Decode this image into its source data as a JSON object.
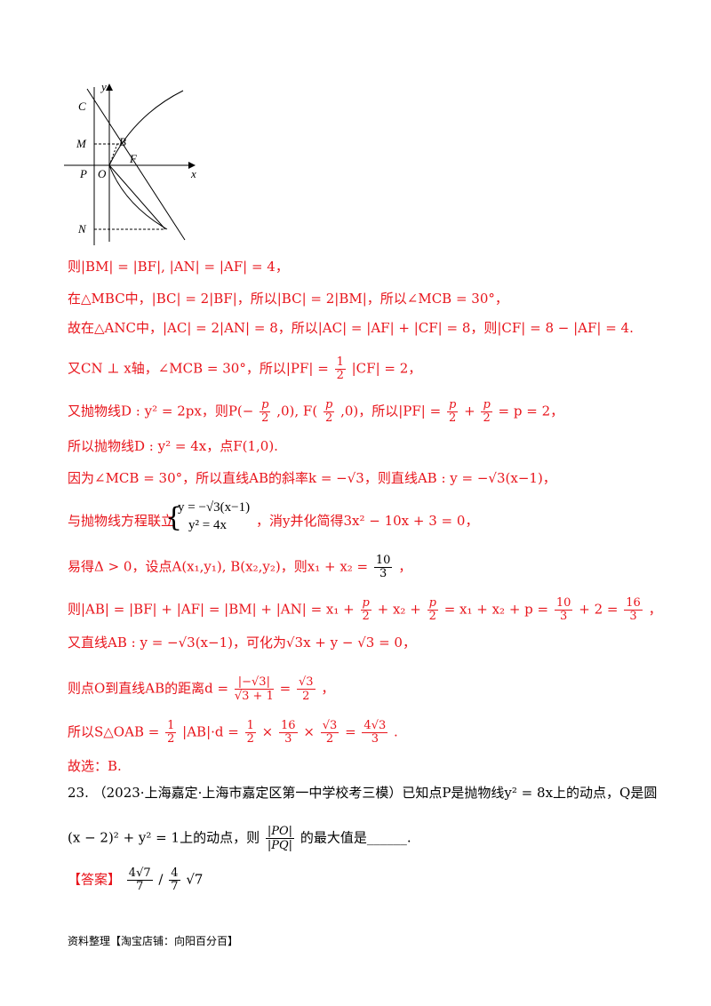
{
  "figure": {
    "labels": {
      "y": "y",
      "x": "x",
      "C": "C",
      "M": "M",
      "B": "B",
      "F": "F",
      "P": "P",
      "O": "O",
      "N": "N"
    }
  },
  "lines": [
    {
      "id": "l1",
      "text": "则|BM| = |BF|, |AN| = |AF| = 4，"
    },
    {
      "id": "l2",
      "text": "在△MBC中，|BC| = 2|BF|，所以|BC| = 2|BM|，所以∠MCB = 30°，"
    },
    {
      "id": "l3",
      "text": "故在△ANC中，|AC| = 2|AN| = 8，所以|AC| = |AF| + |CF| = 8，则|CF| = 8 − |AF| = 4."
    },
    {
      "id": "l4a",
      "text": "又CN ⊥ x轴，∠MCB = 30°，所以|PF| ="
    },
    {
      "id": "l4b",
      "text": "|CF| = 2，"
    },
    {
      "id": "l5a",
      "text": "又抛物线D : y² = 2px，则P(−"
    },
    {
      "id": "l5b",
      "text": ",0), F("
    },
    {
      "id": "l5c",
      "text": ",0)，所以|PF| ="
    },
    {
      "id": "l5d",
      "text": "= p = 2，"
    },
    {
      "id": "l6",
      "text": "所以抛物线D : y² = 4x，点F(1,0)."
    },
    {
      "id": "l7",
      "text": "因为∠MCB = 30°，所以直线AB的斜率k = −√3，则直线AB : y = −√3(x−1)，"
    },
    {
      "id": "l8a",
      "text": "与抛物线方程联立"
    },
    {
      "id": "l8b",
      "text": "y = −√3(x−1)"
    },
    {
      "id": "l8c",
      "text": "y² = 4x"
    },
    {
      "id": "l8d",
      "text": "，消y并化简得3x² − 10x + 3 = 0，"
    },
    {
      "id": "l9a",
      "text": "易得Δ > 0，设点A(x₁,y₁), B(x₂,y₂)，则x₁ + x₂ ="
    },
    {
      "id": "l9b",
      "text": "，"
    },
    {
      "id": "l10a",
      "text": "则|AB| = |BF| + |AF| = |BM| + |AN| = x₁ +"
    },
    {
      "id": "l10b",
      "text": "+ x₂ +"
    },
    {
      "id": "l10c",
      "text": "= x₁ + x₂ + p ="
    },
    {
      "id": "l10d",
      "text": "+ 2 ="
    },
    {
      "id": "l10e",
      "text": "，"
    },
    {
      "id": "l11",
      "text": "又直线AB : y = −√3(x−1)，可化为√3x + y − √3 = 0，"
    },
    {
      "id": "l12a",
      "text": "则点O到直线AB的距离d ="
    },
    {
      "id": "l12b",
      "text": "="
    },
    {
      "id": "l12c",
      "text": "，"
    },
    {
      "id": "l13a",
      "text": "所以S△OAB ="
    },
    {
      "id": "l13b",
      "text": "|AB|·d ="
    },
    {
      "id": "l13c",
      "text": "×"
    },
    {
      "id": "l13d",
      "text": "×"
    },
    {
      "id": "l13e",
      "text": "="
    },
    {
      "id": "l13f",
      "text": "."
    },
    {
      "id": "l14",
      "text": "故选：B."
    }
  ],
  "fractions": {
    "half1": {
      "num": "1",
      "den": "2"
    },
    "p2a": {
      "num": "p",
      "den": "2"
    },
    "p2b": {
      "num": "p",
      "den": "2"
    },
    "p2c": {
      "num": "p",
      "den": "2"
    },
    "p2d": {
      "num": "p",
      "den": "2"
    },
    "ten3": {
      "num": "10",
      "den": "3"
    },
    "p2e": {
      "num": "p",
      "den": "2"
    },
    "p2f": {
      "num": "p",
      "den": "2"
    },
    "ten3b": {
      "num": "10",
      "den": "3"
    },
    "sixteen3": {
      "num": "16",
      "den": "3"
    },
    "dist": {
      "num": "|−√3|",
      "den": "√3 + 1"
    },
    "sqrt32": {
      "num": "√3",
      "den": "2"
    },
    "half2": {
      "num": "1",
      "den": "2"
    },
    "half3": {
      "num": "1",
      "den": "2"
    },
    "sixteen3b": {
      "num": "16",
      "den": "3"
    },
    "sqrt32b": {
      "num": "√3",
      "den": "2"
    },
    "res": {
      "num": "4√3",
      "den": "3"
    }
  },
  "problem": {
    "line1": "23. （2023·上海嘉定·上海市嘉定区第一中学校考三模）已知点P是抛物线y² = 8x上的动点，Q是圆",
    "line2a": "(x − 2)² + y² = 1上的动点，则",
    "line2b": "的最大值是______.",
    "frac": {
      "num": "|PO|",
      "den": "|PQ|"
    }
  },
  "answer": {
    "tag": "【答案】",
    "frac1": {
      "num": "4√7",
      "den": "7"
    },
    "sep": "/",
    "frac2": {
      "num": "4",
      "den": "7"
    },
    "tail": "√7"
  },
  "footer": "资料整理【淘宝店铺：向阳百分百】"
}
